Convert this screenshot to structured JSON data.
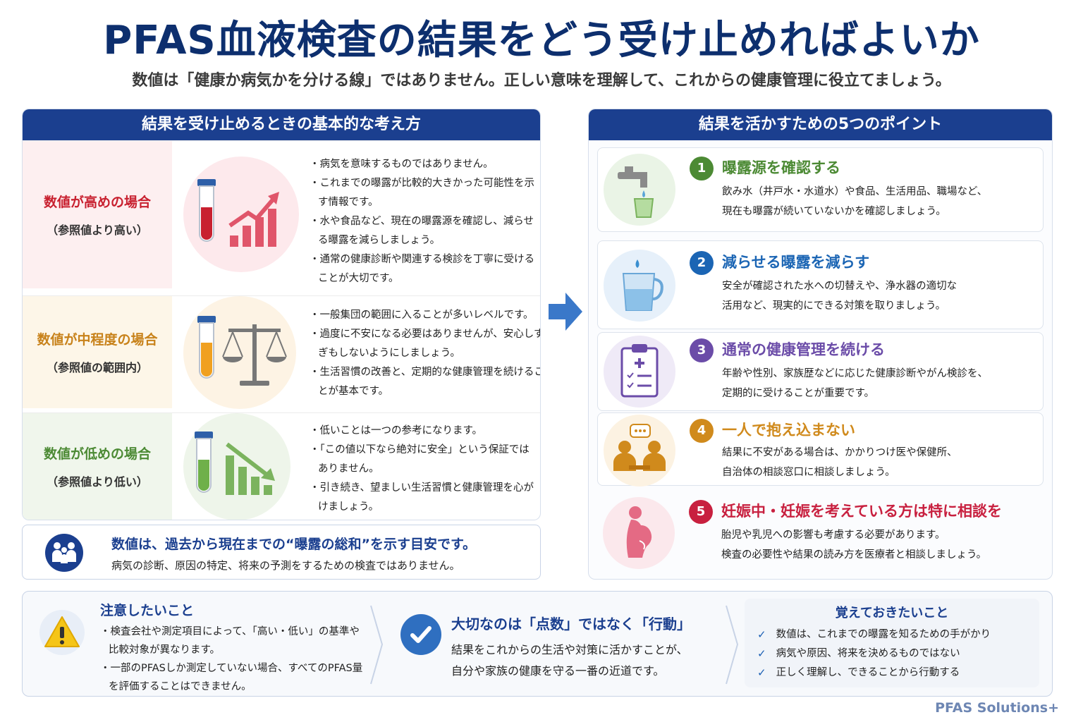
{
  "title": "PFAS血液検査の結果をどう受け止めればよいか",
  "subtitle": "数値は「健康か病気かを分ける線」ではありません。正しい意味を理解して、これからの健康管理に役立てましょう。",
  "left_panel": {
    "heading": "結果を受け止めるときの基本的な考え方",
    "cases": [
      {
        "title": "数値が高めの場合",
        "sub": "（参照値より高い）",
        "color": "#c8202f",
        "bullets": [
          "病気を意味するものではありません。",
          "これまでの曝露が比較的大きかった可能性を示す情報です。",
          "水や食品など、現在の曝露源を確認し、減らせる曝露を減らしましょう。",
          "通常の健康診断や関連する検診を丁寧に受けることが大切です。"
        ]
      },
      {
        "title": "数値が中程度の場合",
        "sub": "（参照値の範囲内）",
        "color": "#c8821a",
        "bullets": [
          "一般集団の範囲に入ることが多いレベルです。",
          "過度に不安になる必要はありませんが、安心しすぎもしないようにしましょう。",
          "生活習慣の改善と、定期的な健康管理を続けることが基本です。"
        ]
      },
      {
        "title": "数値が低めの場合",
        "sub": "（参照値より低い）",
        "color": "#4c8a34",
        "bullets": [
          "低いことは一つの参考になります。",
          "「この値以下なら絶対に安全」という保証ではありません。",
          "引き続き、望ましい生活習慣と健康管理を心がけましょう。"
        ]
      }
    ]
  },
  "note": {
    "title": "数値は、過去から現在までの“曝露の総和”を示す目安です。",
    "text": "病気の診断、原因の特定、将来の予測をするための検査ではありません。"
  },
  "right_panel": {
    "heading": "結果を活かすための5つのポイント",
    "points": [
      {
        "num": "1",
        "title": "曝露源を確認する",
        "color": "#4c8a34",
        "text": [
          "飲み水（井戸水・水道水）や食品、生活用品、職場など、",
          "現在も曝露が続いていないかを確認しましょう。"
        ]
      },
      {
        "num": "2",
        "title": "減らせる曝露を減らす",
        "color": "#1b65b4",
        "text": [
          "安全が確認された水への切替えや、浄水器の適切な",
          "活用など、現実的にできる対策を取りましょう。"
        ]
      },
      {
        "num": "3",
        "title": "通常の健康管理を続ける",
        "color": "#6b4ca8",
        "text": [
          "年齢や性別、家族歴などに応じた健康診断やがん検診を、",
          "定期的に受けることが重要です。"
        ]
      },
      {
        "num": "4",
        "title": "一人で抱え込まない",
        "color": "#d08a1c",
        "text": [
          "結果に不安がある場合は、かかりつけ医や保健所、",
          "自治体の相談窓口に相談しましょう。"
        ]
      },
      {
        "num": "5",
        "title": "妊娠中・妊娠を考えている方は特に相談を",
        "color": "#c8203f",
        "text": [
          "胎児や乳児への影響も考慮する必要があります。",
          "検査の必要性や結果の読み方を医療者と相談しましょう。"
        ]
      }
    ]
  },
  "bottom": {
    "caution": {
      "title": "注意したいこと",
      "items": [
        "検査会社や測定項目によって、「高い・低い」の基準や比較対象が異なります。",
        "一部のPFASしか測定していない場合、すべてのPFAS量を評価することはできません。"
      ]
    },
    "important": {
      "title": "大切なのは「点数」ではなく「行動」",
      "lines": [
        "結果をこれからの生活や対策に活かすことが、",
        "自分や家族の健康を守る一番の近道です。"
      ]
    },
    "remember": {
      "title": "覚えておきたいこと",
      "items": [
        "数値は、これまでの曝露を知るための手がかり",
        "病気や原因、将来を決めるものではない",
        "正しく理解し、できることから行動する"
      ]
    }
  },
  "brand": "PFAS Solutions+"
}
